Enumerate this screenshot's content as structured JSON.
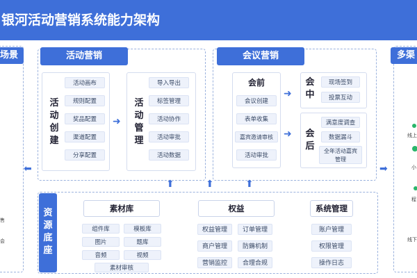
{
  "header": {
    "title": "银河活动营销系统能力架构"
  },
  "left_scene": {
    "title": "场景",
    "labels": [
      "售",
      "会"
    ]
  },
  "activity": {
    "title": "活动营销",
    "create": {
      "title_chars": [
        "活",
        "动",
        "创",
        "建"
      ],
      "items": [
        "活动画布",
        "规则配置",
        "奖品配置",
        "渠道配置",
        "分享配置"
      ]
    },
    "manage": {
      "title_chars": [
        "活",
        "动",
        "管",
        "理"
      ],
      "items": [
        "导入导出",
        "标签管理",
        "活动协作",
        "活动审批",
        "活动数据"
      ]
    }
  },
  "meeting": {
    "title": "会议营销",
    "before": {
      "title": "会前",
      "items": [
        "会议创建",
        "表单收集",
        "嘉宾邀请审核",
        "活动审批"
      ]
    },
    "during": {
      "title_chars": [
        "会",
        "中"
      ],
      "items": [
        "现场签到",
        "投票互动"
      ]
    },
    "after": {
      "title_chars": [
        "会",
        "后"
      ],
      "items": [
        "满意度调查",
        "数据漏斗",
        "全年活动嘉宾管理"
      ]
    }
  },
  "right_channel": {
    "title": "多渠",
    "labels": [
      "线上",
      "小",
      "程",
      "线下"
    ]
  },
  "resource": {
    "title_chars": [
      "资",
      "源",
      "底",
      "座"
    ],
    "material": {
      "title": "素材库",
      "items": [
        "组件库",
        "模板库",
        "图片",
        "题库",
        "音频",
        "视频",
        "素材审核"
      ]
    },
    "rights": {
      "title": "权益",
      "items": [
        "权益管理",
        "订单管理",
        "商户管理",
        "防薅机制",
        "营销监控",
        "合理合规"
      ]
    },
    "system": {
      "title": "系统管理",
      "items": [
        "账户管理",
        "权限管理",
        "操作日志"
      ]
    }
  },
  "icons": [
    "arrow-right-icon",
    "arrow-left-icon",
    "arrow-up-icon"
  ],
  "colors": {
    "primary": "#3e6fd9",
    "item_bg": "#eef2fb",
    "dashed": "#9ab1dd"
  }
}
